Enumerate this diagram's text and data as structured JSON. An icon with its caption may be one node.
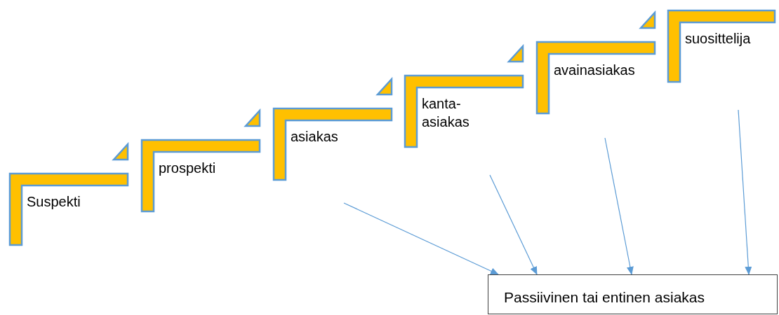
{
  "diagram": {
    "nodes": [
      {
        "text": [
          "Suspekti"
        ]
      },
      {
        "text": [
          "prospekti"
        ]
      },
      {
        "text": [
          "asiakas"
        ]
      },
      {
        "text": [
          "kanta-asiakas"
        ]
      },
      {
        "text": [
          "avainasiakas"
        ]
      },
      {
        "text": [
          "suosittelija"
        ]
      },
      {
        "text": [
          "Passiivinen tai entinen asiakas"
        ]
      }
    ],
    "edges": [
      {
        "from": null,
        "to": 6,
        "arrow": "to"
      },
      {
        "from": null,
        "to": 6,
        "arrow": "to"
      },
      {
        "from": null,
        "to": 6,
        "arrow": "to"
      },
      {
        "from": null,
        "to": 6,
        "arrow": "to"
      }
    ]
  }
}
